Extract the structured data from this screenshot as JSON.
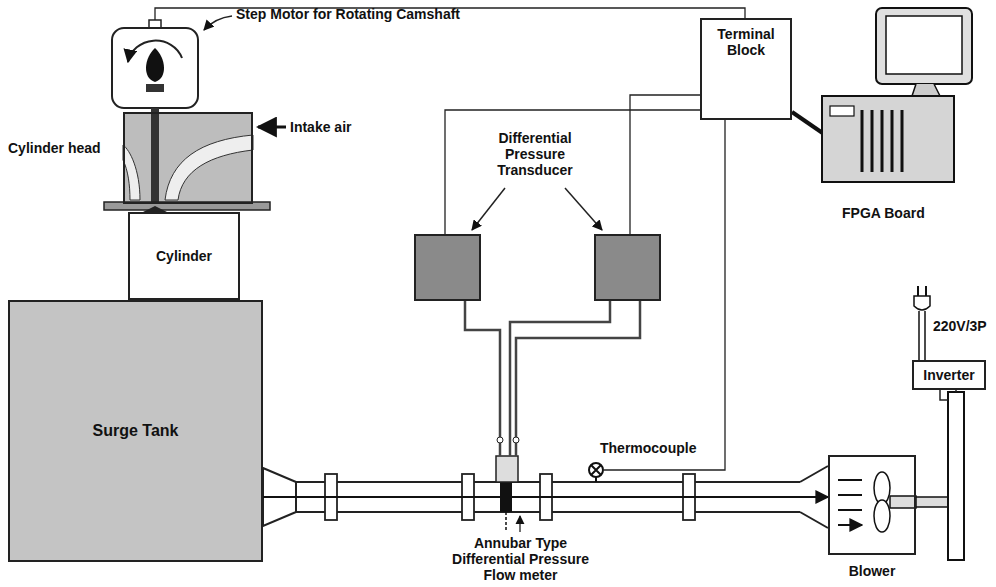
{
  "diagram": {
    "nodes": [
      {
        "text": [
          "Cylinder head"
        ]
      },
      {
        "text": [
          "Cylinder"
        ]
      },
      {
        "text": [
          "Surge Tank"
        ]
      },
      {
        "text": [
          "Terminal Block"
        ]
      },
      {
        "text": [
          "Inverter"
        ]
      },
      {
        "text": [
          "Blower"
        ]
      }
    ],
    "edges": [
      {
        "from": 2,
        "to": 5,
        "arrow": "to"
      }
    ],
    "labels": [
      "Step Motor for Rotating Camshaft",
      "Intake air",
      "Differential Pressure Transducer",
      "FPGA Board",
      "220V/3P",
      "Thermocouple",
      "Annubar Type Differential Pressure Flow meter"
    ]
  }
}
